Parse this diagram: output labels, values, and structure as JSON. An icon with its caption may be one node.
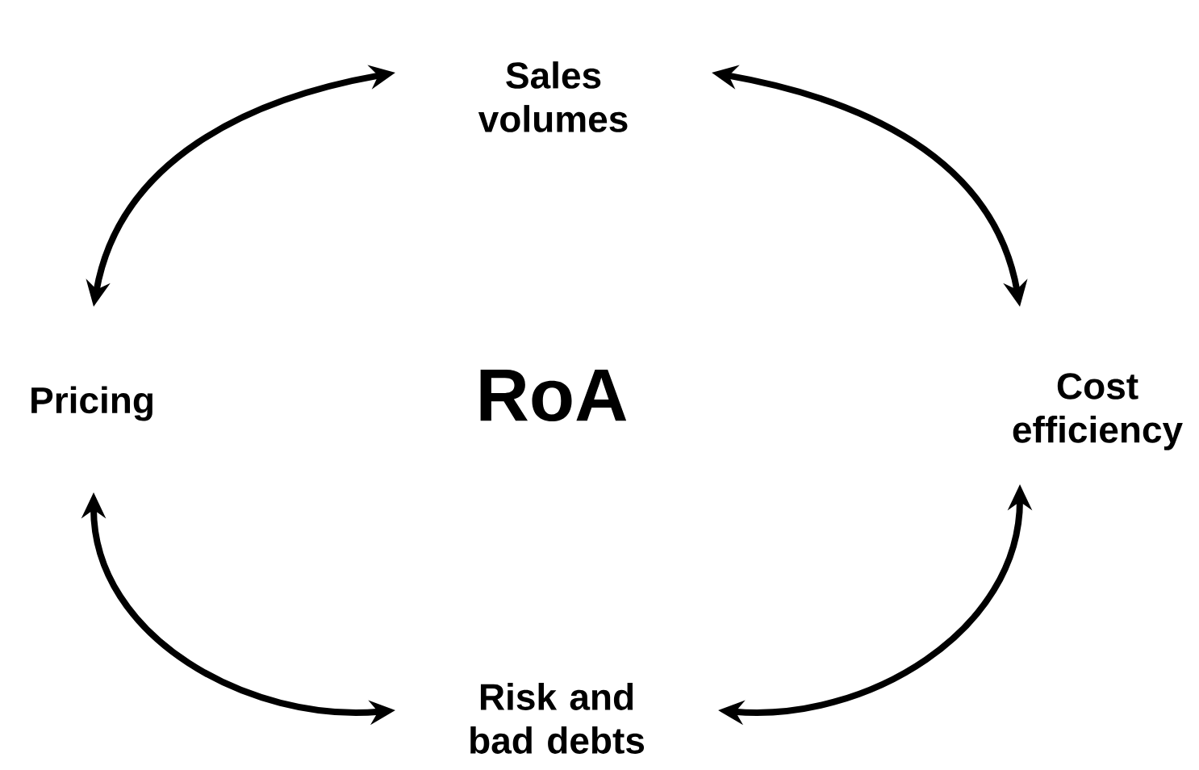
{
  "diagram": {
    "nodes": [
      {
        "text": [
          "Sales volumes"
        ]
      },
      {
        "text": [
          "Pricing"
        ]
      },
      {
        "text": [
          "Cost efficiency"
        ]
      },
      {
        "text": [
          "Risk and bad debts"
        ]
      }
    ],
    "edges": [
      {
        "from": 0,
        "to": 1,
        "arrow": "both"
      },
      {
        "from": 0,
        "to": 2,
        "arrow": "both"
      },
      {
        "from": 1,
        "to": 3,
        "arrow": "both"
      },
      {
        "from": 2,
        "to": 3,
        "arrow": "both"
      }
    ],
    "labels": [
      "RoA"
    ]
  }
}
